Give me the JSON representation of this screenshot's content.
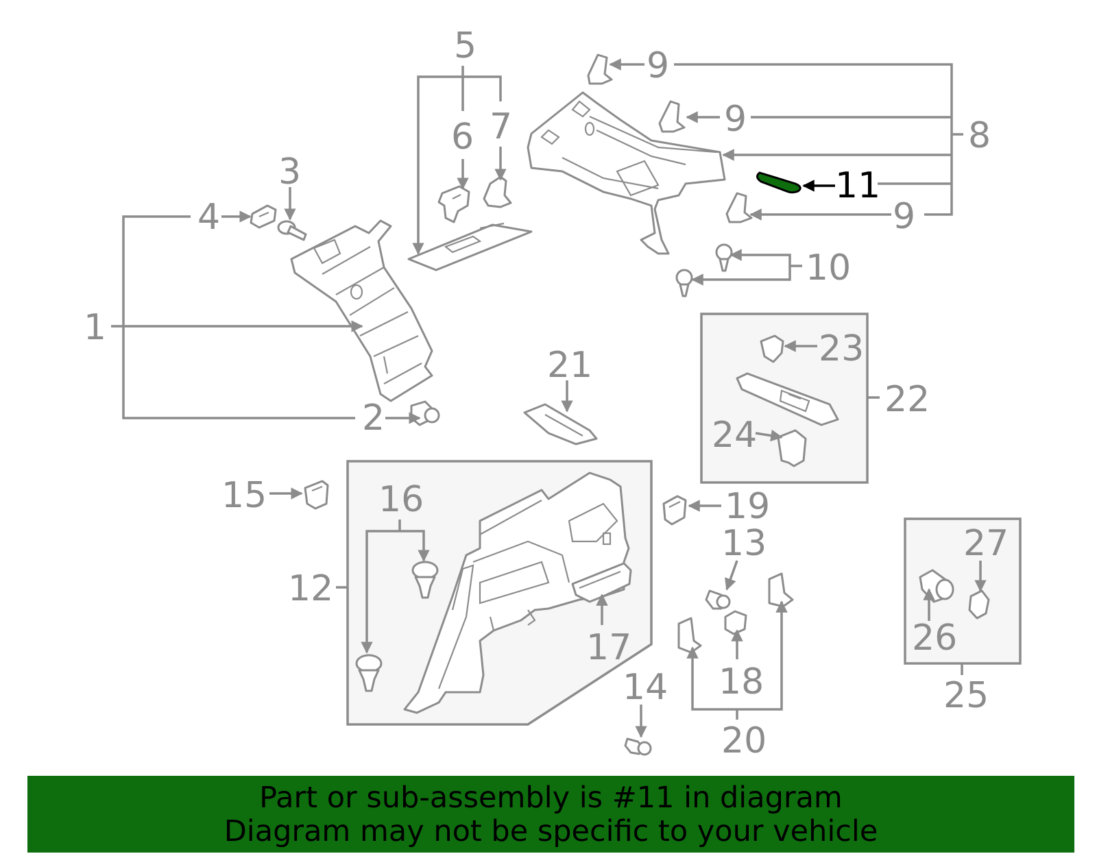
{
  "callouts": {
    "c1": "1",
    "c2": "2",
    "c3": "3",
    "c4": "4",
    "c5": "5",
    "c6": "6",
    "c7": "7",
    "c8": "8",
    "c9a": "9",
    "c9b": "9",
    "c9c": "9",
    "c10": "10",
    "c11": "11",
    "c12": "12",
    "c13": "13",
    "c14": "14",
    "c15": "15",
    "c16": "16",
    "c17": "17",
    "c18": "18",
    "c19": "19",
    "c20": "20",
    "c21": "21",
    "c22": "22",
    "c23": "23",
    "c24": "24",
    "c25": "25",
    "c26": "26",
    "c27": "27"
  },
  "highlight": {
    "part_number": "11",
    "color": "#0e6e0e"
  },
  "banner": {
    "line1": "Part or sub-assembly is #11 in diagram",
    "line2": "Diagram may not be specific to your vehicle",
    "background": "#0e6e0e"
  }
}
